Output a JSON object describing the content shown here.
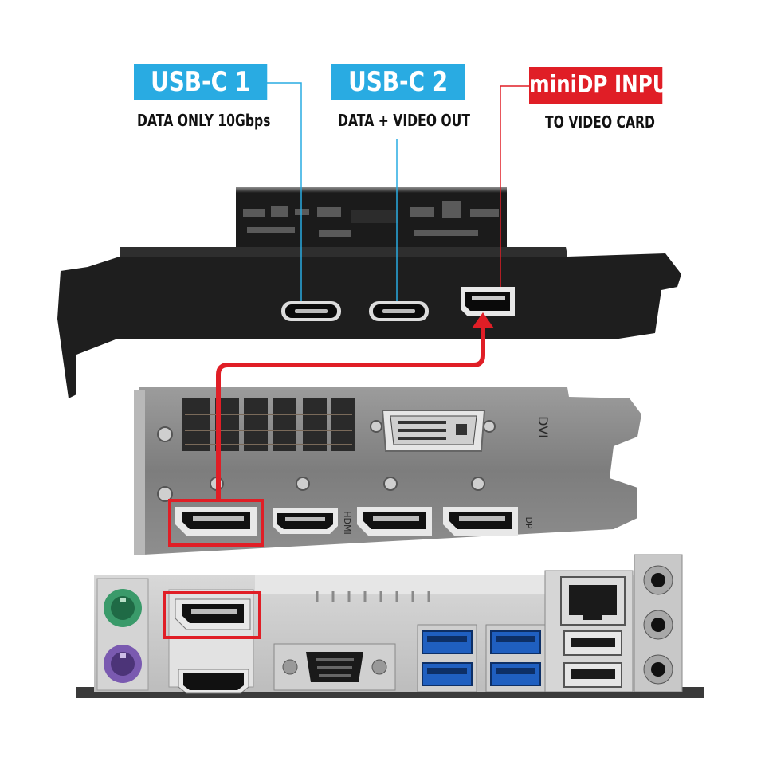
{
  "callouts": {
    "usbc1": {
      "label": "USB-C 1",
      "description": "DATA ONLY 10Gbps"
    },
    "usbc2": {
      "label": "USB-C 2",
      "description": "DATA + VIDEO OUT"
    },
    "minidp": {
      "label": "miniDP INPUT",
      "description": "TO VIDEO CARD"
    }
  },
  "gpu_labels": {
    "dvi": "DVI",
    "hdmi": "HDMI",
    "dp": "DP"
  },
  "colors": {
    "usb_blue_callout": "#29abe2",
    "minidp_red_callout": "#e01e26",
    "cable_path_red": "#e01e26",
    "bracket_black": "#1e1e1e",
    "bracket_gray": "#8a8a8a",
    "usb3_blue": "#1f5fc0",
    "ps2_green": "#3a9a6a",
    "ps2_purple": "#7a5ab0"
  }
}
